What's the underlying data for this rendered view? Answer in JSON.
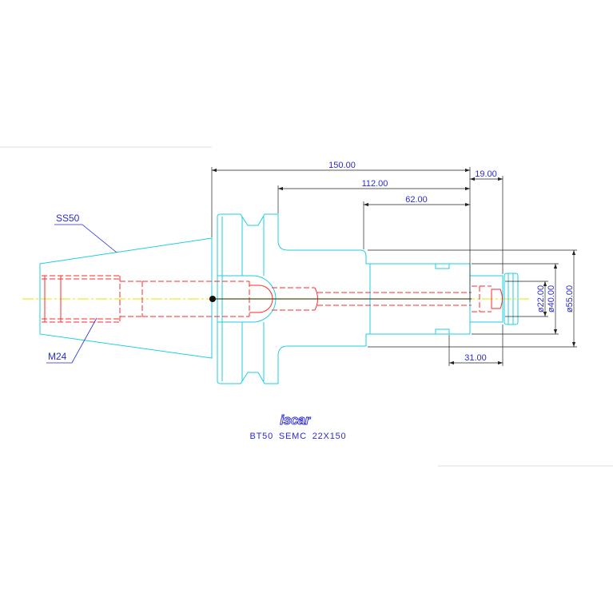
{
  "drawing": {
    "logo": "iscar",
    "title": "BT50 SEMC 22X150"
  },
  "callouts": {
    "taper": "SS50",
    "thread": "M24"
  },
  "dimensions": {
    "length_150": "150.00",
    "length_19": "19.00",
    "length_112": "112.00",
    "length_62": "62.00",
    "length_31": "31.00",
    "dia_22": "ø22.00",
    "dia_40": "ø40.00",
    "dia_55": "ø55.00"
  },
  "colors": {
    "outline": "#1ecfe0",
    "hidden": "#ff2a2a",
    "annotation": "#2a2ad2",
    "dimension": "#222222",
    "centerline": "#e6e600"
  }
}
